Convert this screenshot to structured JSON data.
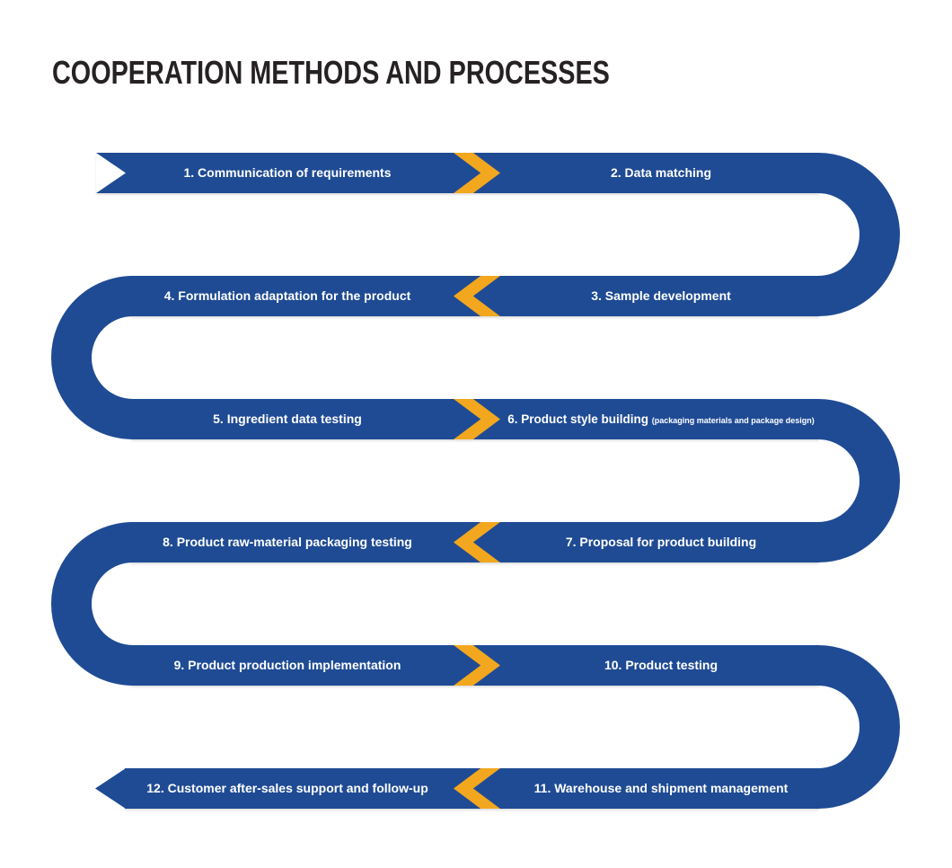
{
  "title": "COOPERATION METHODS AND PROCESSES",
  "colors": {
    "ribbon_blue": "#1F4B94",
    "chevron_yellow": "#F2A71E",
    "title_color": "#262122",
    "label_text_color": "#FFFFFF",
    "background": "#FFFFFF"
  },
  "flow": {
    "rows": [
      {
        "direction": "right",
        "left_label": "1. Communication of requirements",
        "right_label": "2. Data matching"
      },
      {
        "direction": "left",
        "left_label": "4. Formulation adaptation for the product",
        "right_label": "3. Sample development"
      },
      {
        "direction": "right",
        "left_label": "5. Ingredient data testing",
        "right_label": "6. Product style building",
        "right_note": "(packaging materials and package design)"
      },
      {
        "direction": "left",
        "left_label": "8. Product raw-material packaging testing",
        "right_label": "7. Proposal for product building"
      },
      {
        "direction": "right",
        "left_label": "9. Product production implementation",
        "right_label": "10. Product testing"
      },
      {
        "direction": "left",
        "left_label": "12. Customer after-sales support and follow-up",
        "right_label": "11. Warehouse and shipment management"
      }
    ]
  }
}
